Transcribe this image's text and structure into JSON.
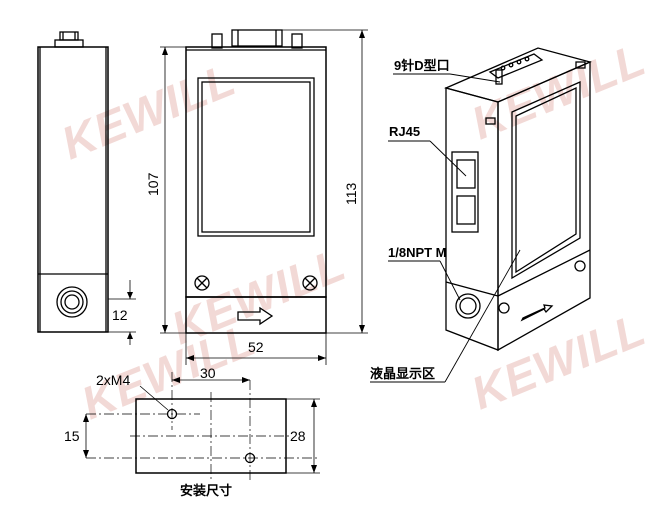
{
  "dimensions": {
    "front_height": "107",
    "total_height": "113",
    "width": "52",
    "side_port_offset": "12",
    "mount_spacing": "30",
    "mount_holes": "2xM4",
    "mount_depth": "15",
    "mount_width": "28"
  },
  "labels": {
    "connector": "9针D型口",
    "rj45": "RJ45",
    "port": "1/8NPT M",
    "display": "液晶显示区",
    "mounting": "安装尺寸"
  },
  "watermark": {
    "brand": "KEWILL"
  },
  "colors": {
    "line": "#000000",
    "watermark": "#f2d9d6"
  }
}
